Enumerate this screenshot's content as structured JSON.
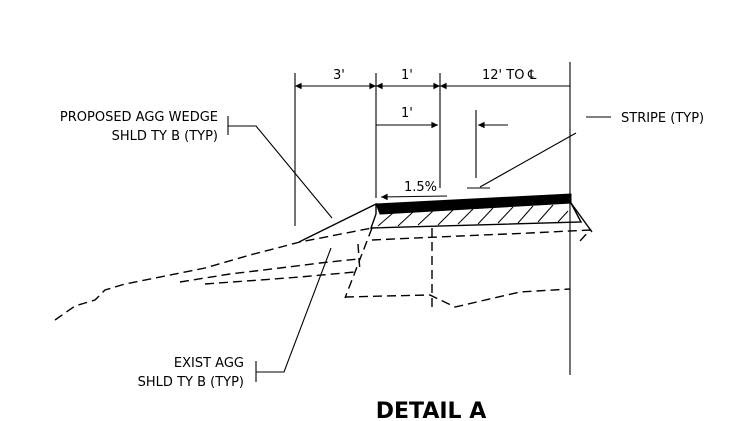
{
  "labels": {
    "proposed_line1": "PROPOSED AGG WEDGE",
    "proposed_line2": "SHLD TY B (TYP)",
    "stripe": "STRIPE (TYP)",
    "exist_line1": "EXIST AGG",
    "exist_line2": "SHLD TY B (TYP)",
    "slope": "1.5%"
  },
  "dimensions": {
    "wedge_width": "3'",
    "shoulder_width": "1'",
    "lane_to_cl": "12' TO",
    "cl_symbol": "℄",
    "stripe_offset": "1'"
  },
  "title": "DETAIL A"
}
